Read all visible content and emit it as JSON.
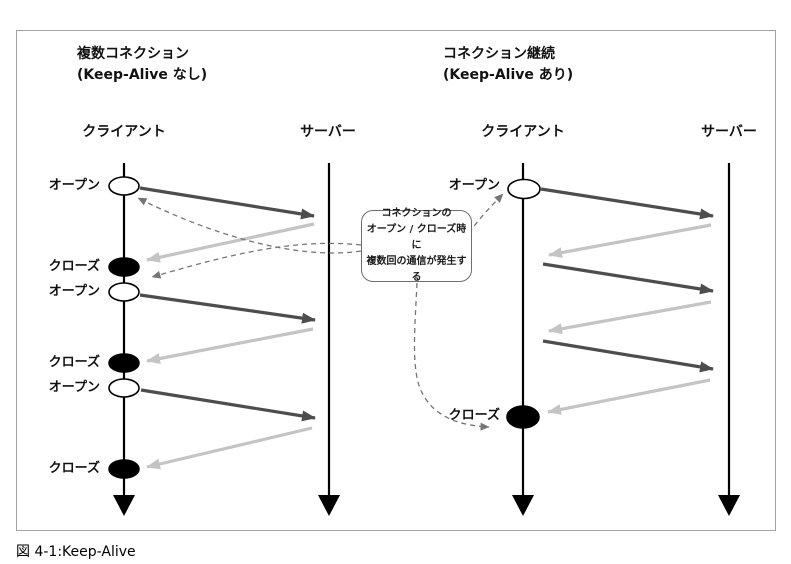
{
  "figure": {
    "caption": "図 4-1:Keep-Alive"
  },
  "left_panel": {
    "title": "複数コネクション",
    "subtitle": "(Keep-Alive なし)",
    "client_header": "クライアント",
    "server_header": "サーバー",
    "events": [
      "オープン",
      "クローズ",
      "オープン",
      "クローズ",
      "オープン",
      "クローズ"
    ]
  },
  "right_panel": {
    "title": "コネクション継続",
    "subtitle": "(Keep-Alive あり)",
    "client_header": "クライアント",
    "server_header": "サーバー",
    "open_label": "オープン",
    "close_label": "クローズ"
  },
  "callout": {
    "lines": [
      "コネクションの",
      "オープン / クローズ時に",
      "複数回の通信が発生する"
    ]
  },
  "colors": {
    "request_arrow": "#4d4d4d",
    "response_arrow": "#c4c4c4",
    "timeline": "#000000",
    "dashed_annotation": "#757575",
    "frame_border": "#a3a3a3"
  }
}
